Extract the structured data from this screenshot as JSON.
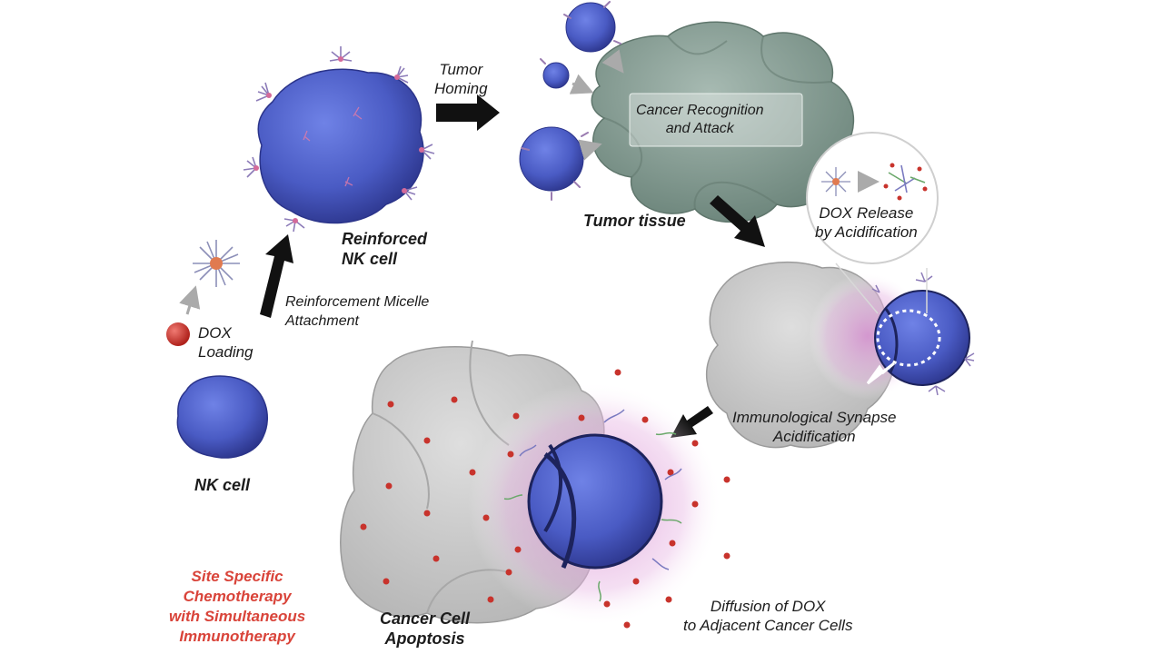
{
  "labels": {
    "tumor_homing": [
      "Tumor",
      "Homing"
    ],
    "cancer_recognition": [
      "Cancer Recognition",
      "and Attack"
    ],
    "tumor_tissue": "Tumor tissue",
    "reinforced_nk": [
      "Reinforced",
      "NK cell"
    ],
    "dox_release": [
      "DOX Release",
      "by Acidification"
    ],
    "micelle_attachment": [
      "Reinforcement Micelle",
      "Attachment"
    ],
    "dox_loading": [
      "DOX",
      "Loading"
    ],
    "nk_cell": "NK cell",
    "synapse": [
      "Immunological Synapse",
      "Acidification"
    ],
    "apoptosis": [
      "Cancer Cell",
      "Apoptosis"
    ],
    "diffusion": [
      "Diffusion of DOX",
      "to Adjacent Cancer Cells"
    ],
    "site_specific": [
      "Site Specific",
      "Chemotherapy",
      "with Simultaneous",
      "Immunotherapy"
    ]
  },
  "colors": {
    "nk_blue": "#4a5bc4",
    "tumor_green": "#7e968c",
    "cancer_gray": "#c9c9c9",
    "dox_red": "#c8332c",
    "glow_pink": "#d68fd0",
    "accent_red": "#d9443a"
  }
}
